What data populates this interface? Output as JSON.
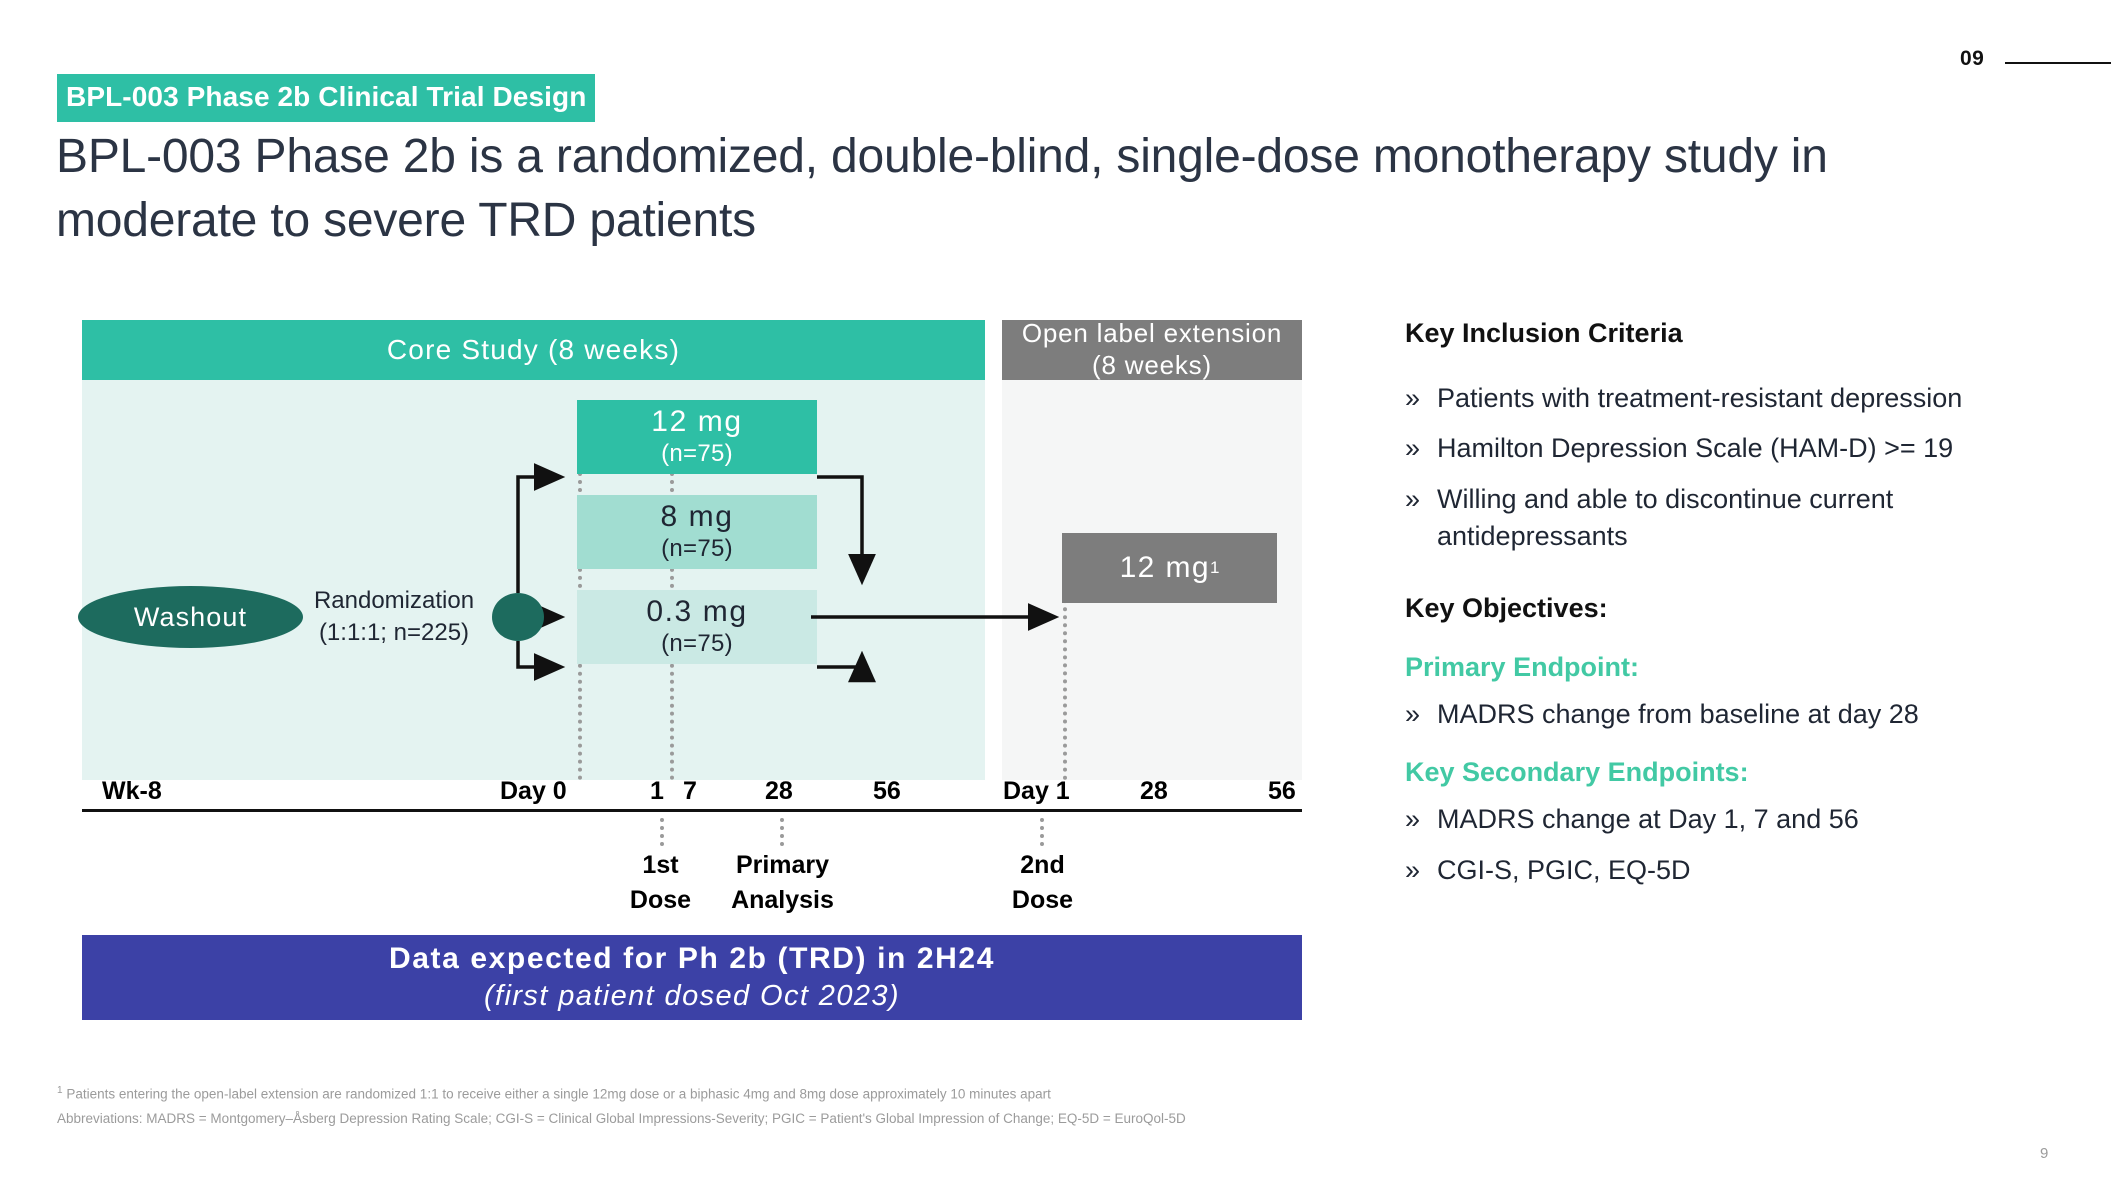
{
  "header": {
    "page_number_top": "09",
    "page_number_bottom": "9",
    "eyebrow": "BPL-003 Phase 2b Clinical Trial Design",
    "title": "BPL-003 Phase 2b is a randomized, double-blind, single-dose monotherapy study in moderate to severe TRD patients"
  },
  "colors": {
    "teal": "#2ebfa5",
    "teal_dark": "#1d6b5e",
    "teal_mid": "#a1ddd1",
    "teal_light": "#cae9e4",
    "panel_bg": "#e4f3f1",
    "gray": "#7d7d7d",
    "gray_bg": "#f5f6f6",
    "blue": "#3c41a6",
    "green_accent": "#42c9a4"
  },
  "diagram": {
    "core_panel_title": "Core Study (8 weeks)",
    "ole_panel_title_line1": "Open label extension",
    "ole_panel_title_line2": "(8 weeks)",
    "washout_label": "Washout",
    "randomization_line1": "Randomization",
    "randomization_line2": "(1:1:1; n=225)",
    "arms": [
      {
        "dose": "12 mg",
        "n": "(n=75)"
      },
      {
        "dose": "8 mg",
        "n": "(n=75)"
      },
      {
        "dose": "0.3 mg",
        "n": "(n=75)"
      }
    ],
    "ole_dose": "12 mg",
    "ole_dose_footnote_marker": "1"
  },
  "timeline": {
    "core_labels": [
      {
        "text": "Wk-8"
      },
      {
        "text": "Day 0"
      },
      {
        "text": "1"
      },
      {
        "text": "7"
      },
      {
        "text": "28"
      },
      {
        "text": "56"
      }
    ],
    "ole_labels": [
      {
        "text": "Day 1"
      },
      {
        "text": "28"
      },
      {
        "text": "56"
      }
    ],
    "milestones": [
      {
        "line1": "1st",
        "line2": "Dose"
      },
      {
        "line1": "Primary",
        "line2": "Analysis"
      },
      {
        "line1": "2nd",
        "line2": "Dose"
      }
    ]
  },
  "banner": {
    "line1": "Data expected for Ph 2b (TRD) in 2H24",
    "line2": "(first patient dosed Oct 2023)"
  },
  "right": {
    "inclusion_heading": "Key Inclusion Criteria",
    "inclusion_bullets": [
      "Patients with treatment-resistant depression",
      "Hamilton Depression Scale (HAM-D) >= 19",
      "Willing and able to discontinue current antidepressants"
    ],
    "objectives_heading": "Key Objectives:",
    "primary_heading": "Primary Endpoint:",
    "primary_bullets": [
      "MADRS change from baseline at day 28"
    ],
    "secondary_heading": "Key Secondary Endpoints:",
    "secondary_bullets": [
      "MADRS change at Day 1, 7 and 56",
      "CGI-S, PGIC, EQ-5D"
    ],
    "bullet_marker": "»"
  },
  "footnotes": {
    "marker": "1",
    "line1": "Patients entering the open-label extension are randomized 1:1 to receive either a single 12mg dose or a biphasic 4mg and 8mg dose approximately 10 minutes apart",
    "line2": "Abbreviations: MADRS = Montgomery–Åsberg Depression Rating Scale; CGI-S = Clinical Global Impressions-Severity; PGIC = Patient's Global Impression of Change; EQ-5D = EuroQol-5D"
  }
}
